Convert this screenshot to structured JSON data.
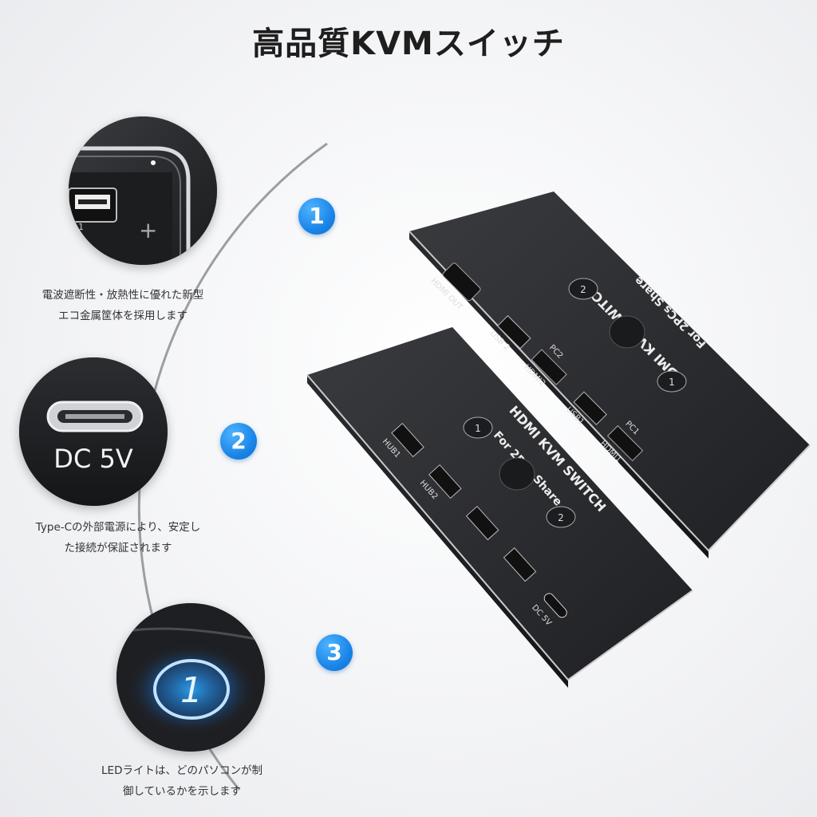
{
  "title": "高品質KVMスイッチ",
  "features": [
    {
      "number": "1",
      "line1": "電波遮断性・放熱性に優れた新型",
      "line2": "エコ金属筐体を採用します",
      "closeup_port_label": "1"
    },
    {
      "number": "2",
      "line1": "Type-Cの外部電源により、安定し",
      "line2": "た接続が保証されます",
      "closeup_text": "DC 5V"
    },
    {
      "number": "3",
      "line1": "LEDライトは、どのパソコンが制",
      "line2": "御しているかを示します",
      "closeup_led": "1"
    }
  ],
  "device_back": {
    "name": "HDMI KVM SWITCH",
    "tagline": "For 2PCs Share",
    "ports": [
      "HDMI OUT",
      "USB 2",
      "PC2",
      "HDMI2",
      "USB1",
      "PC1",
      "HDMI1"
    ],
    "leds": [
      "2",
      "1"
    ]
  },
  "device_front": {
    "name": "HDMI KVM SWITCH",
    "tagline": "For 2PCs Share",
    "ports": [
      "HUB1",
      "HUB2",
      "DC 5V"
    ],
    "leds": [
      "1",
      "2"
    ]
  },
  "colors": {
    "accent": "#1a86e8",
    "device_body": "#2b2c2f",
    "led_glow": "#2ea8ff"
  }
}
